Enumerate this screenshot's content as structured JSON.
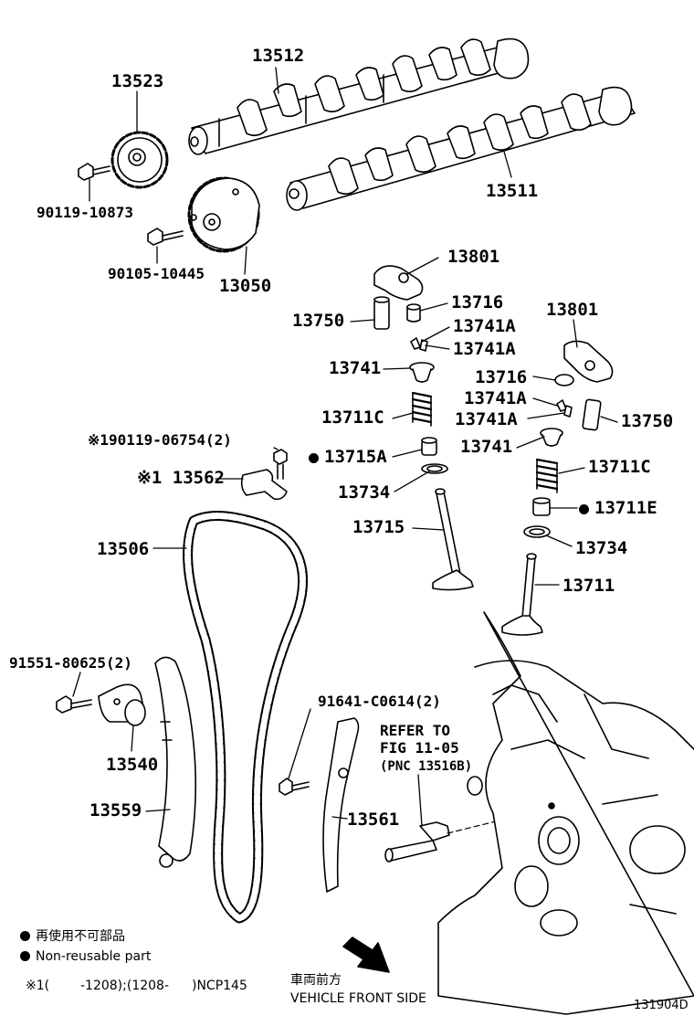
{
  "labels": {
    "p13512": "13512",
    "p13523": "13523",
    "p13511": "13511",
    "p90119_10873": "90119-10873",
    "p90105_10445": "90105-10445",
    "p13050": "13050",
    "p13801_a": "13801",
    "p13716_a": "13716",
    "p13750_a": "13750",
    "p13741A_a1": "13741A",
    "p13741A_a2": "13741A",
    "p13741_a": "13741",
    "p13711C_a": "13711C",
    "p13715A": "13715A",
    "p13734_a": "13734",
    "p13715": "13715",
    "p13801_b": "13801",
    "p13716_b": "13716",
    "p13741A_b1": "13741A",
    "p13741A_b2": "13741A",
    "p13750_b": "13750",
    "p13741_b": "13741",
    "p13711C_b": "13711C",
    "p13711E": "13711E",
    "p13734_b": "13734",
    "p13711": "13711",
    "p90119_06754": "※190119-06754(2)",
    "p13562": "※1 13562",
    "p13506": "13506",
    "p91551_80625": "91551-80625(2)",
    "p91641_C0614": "91641-C0614(2)",
    "p13540": "13540",
    "p13559": "13559",
    "p13561": "13561",
    "refer1": "REFER TO",
    "refer2": "FIG 11-05",
    "refer3": "(PNC 13516B)"
  },
  "legend": {
    "jp": "再使用不可部品",
    "en": "Non-reusable part",
    "note_mark": "※1(",
    "note_range1": "-1208);(1208-",
    "note_model": ")NCP145",
    "front_jp": "車両前方",
    "front_en": "VEHICLE FRONT SIDE",
    "fig_code": "131904D"
  }
}
